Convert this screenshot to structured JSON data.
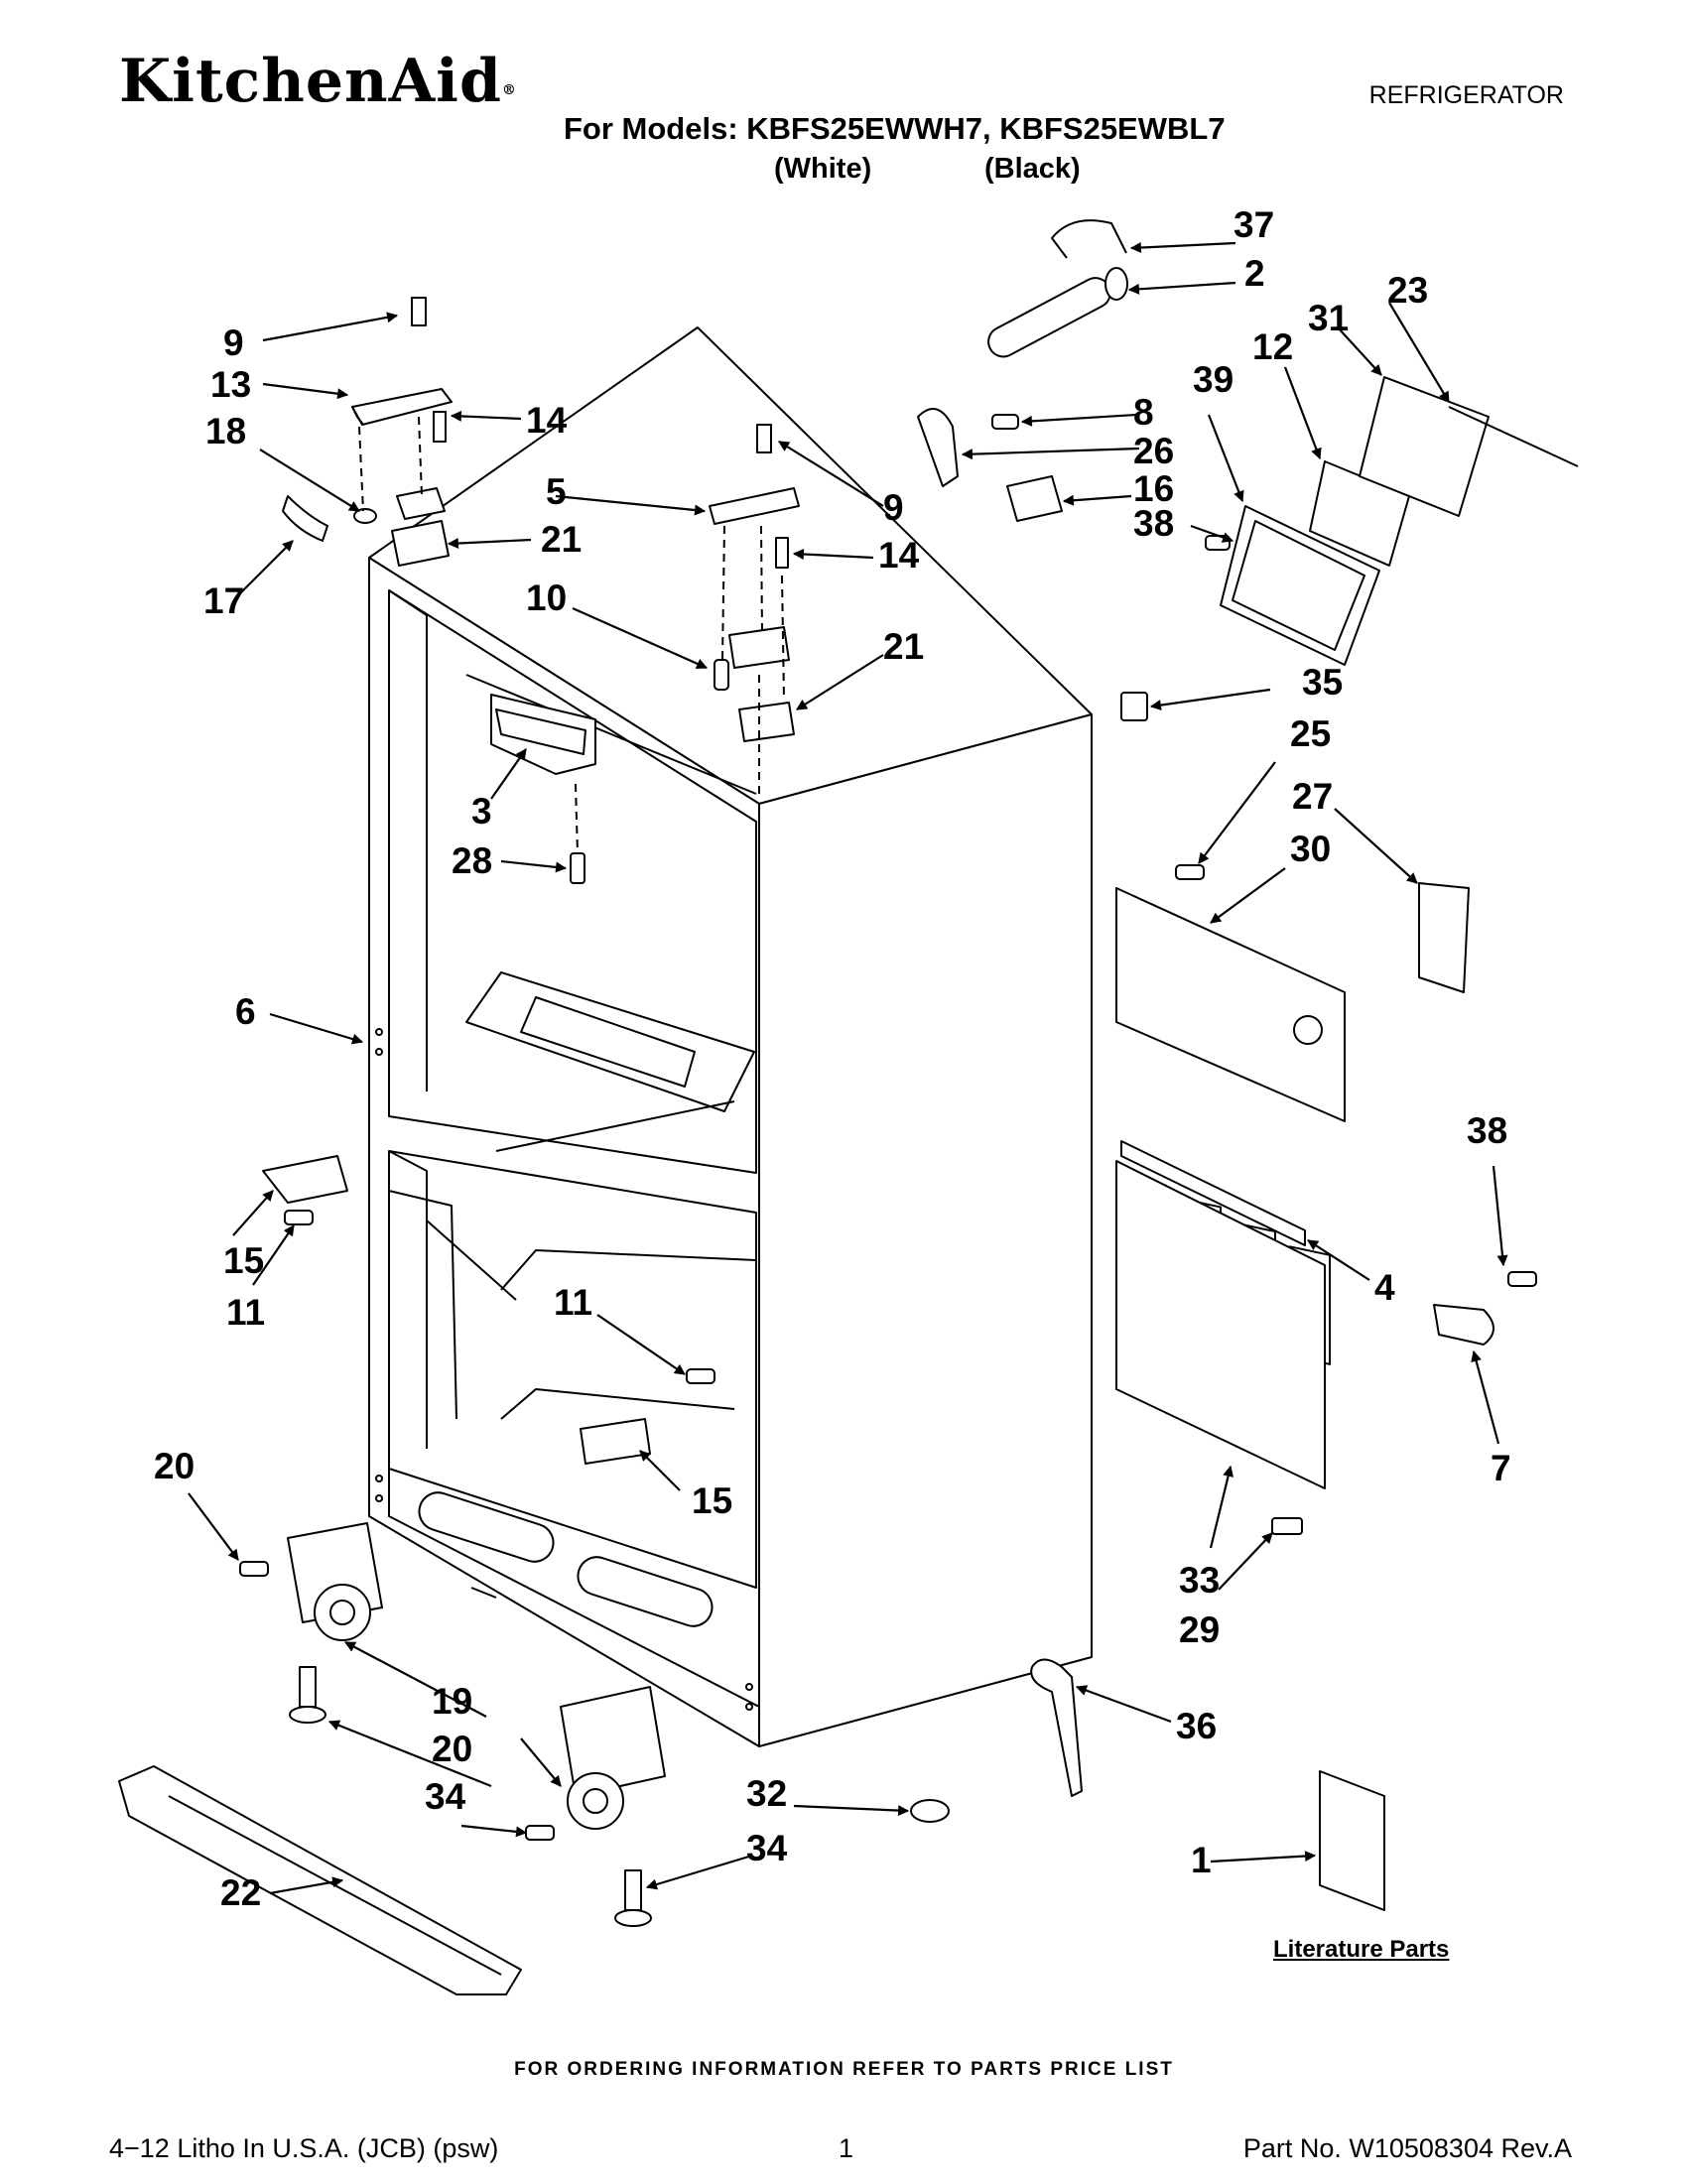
{
  "header": {
    "brand": "KitchenAid",
    "brand_mark": "®",
    "doc_type": "REFRIGERATOR",
    "models_line": "For Models: KBFS25EWWH7, KBFS25EWBL7",
    "color_white": "(White)",
    "color_black": "(Black)"
  },
  "callouts": {
    "c1": "1",
    "c2": "2",
    "c3": "3",
    "c4": "4",
    "c5": "5",
    "c6": "6",
    "c7": "7",
    "c8": "8",
    "c9a": "9",
    "c9b": "9",
    "c10": "10",
    "c11a": "11",
    "c11b": "11",
    "c12": "12",
    "c13": "13",
    "c14a": "14",
    "c14b": "14",
    "c15a": "15",
    "c15b": "15",
    "c16": "16",
    "c17": "17",
    "c18": "18",
    "c19": "19",
    "c20a": "20",
    "c20b": "20",
    "c21a": "21",
    "c21b": "21",
    "c22": "22",
    "c23": "23",
    "c25": "25",
    "c26": "26",
    "c27": "27",
    "c28": "28",
    "c29": "29",
    "c30": "30",
    "c31": "31",
    "c32": "32",
    "c33": "33",
    "c34a": "34",
    "c34b": "34",
    "c35": "35",
    "c36": "36",
    "c37": "37",
    "c38a": "38",
    "c38b": "38",
    "c39": "39"
  },
  "literature_label": "Literature Parts",
  "footer": {
    "ordering_note": "FOR ORDERING INFORMATION REFER TO PARTS PRICE LIST",
    "litho": "4−12 Litho In U.S.A. (JCB) (psw)",
    "page": "1",
    "part_no": "Part No. W10508304 Rev.A"
  }
}
